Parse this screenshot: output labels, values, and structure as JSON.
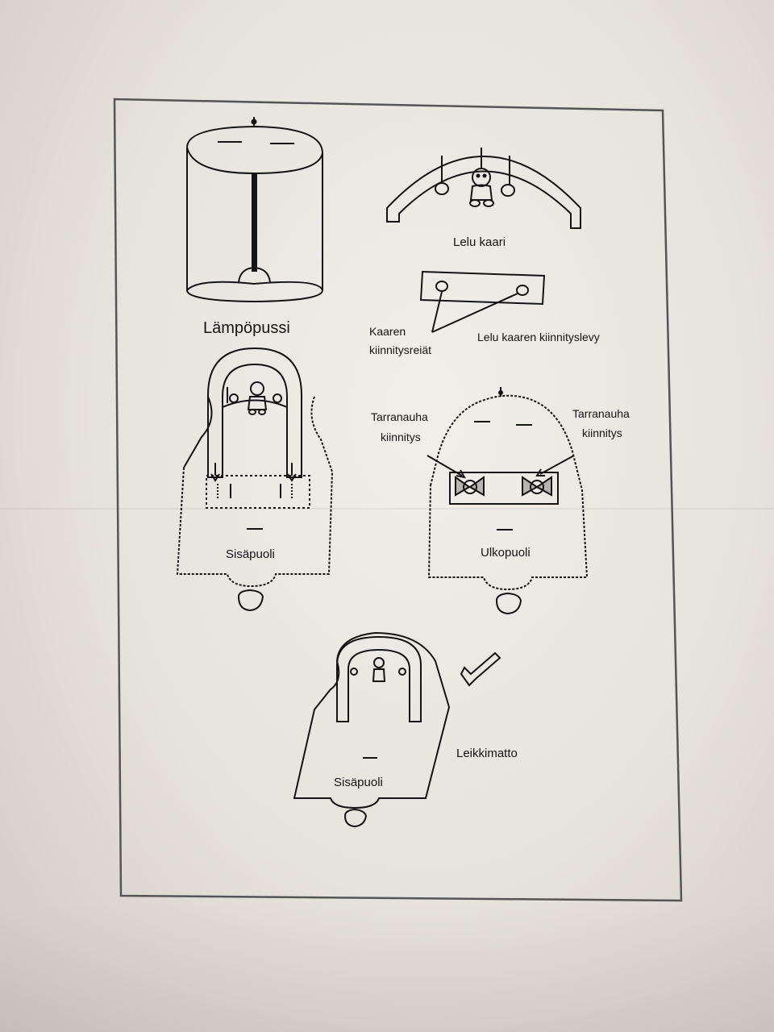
{
  "labels": {
    "sleeping_bag": "Lämpöpussi",
    "toy_arch": "Lelu kaari",
    "arch_holes": "Kaaren kiinnitysreiät",
    "arch_holes_line1": "Kaaren",
    "arch_holes_line2": "kiinnitysreiät",
    "arch_plate": "Lelu kaaren kiinnityslevy",
    "velcro_left_line1": "Tarranauha",
    "velcro_left_line2": "kiinnitys",
    "velcro_right_line1": "Tarranauha",
    "velcro_right_line2": "kiinnitys",
    "inside": "Sisäpuoli",
    "outside": "Ulkopuoli",
    "inside_bottom": "Sisäpuoli",
    "play_mat": "Leikkimatto"
  },
  "colors": {
    "ink": "#141414",
    "paper": "#ece9e4",
    "border": "#555555"
  }
}
